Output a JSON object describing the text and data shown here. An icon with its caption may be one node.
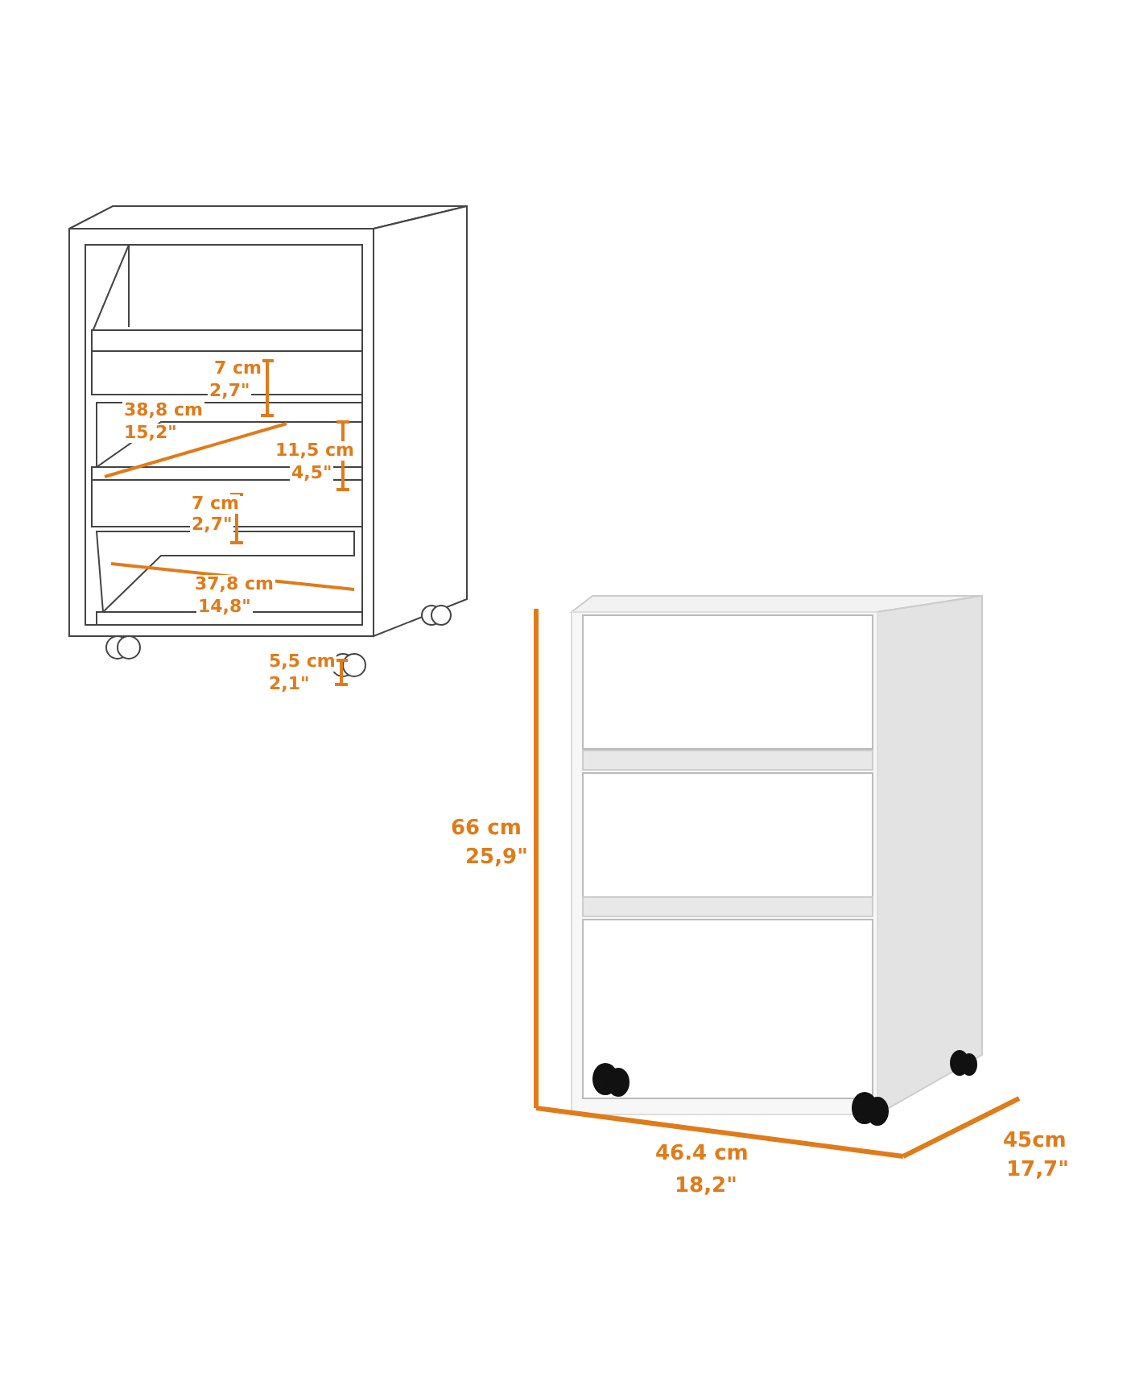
{
  "diagram": {
    "labels": [
      "7 cm",
      "2,7\"",
      "38,8 cm",
      "15,2\"",
      "11,5 cm",
      "4,5\"",
      "7 cm",
      "2,7\"",
      "37,8 cm",
      "14,8\"",
      "5,5 cm",
      "2,1\"",
      "66 cm",
      "25,9\"",
      "46.4 cm",
      "18,2\"",
      "45cm",
      "17,7\""
    ]
  }
}
